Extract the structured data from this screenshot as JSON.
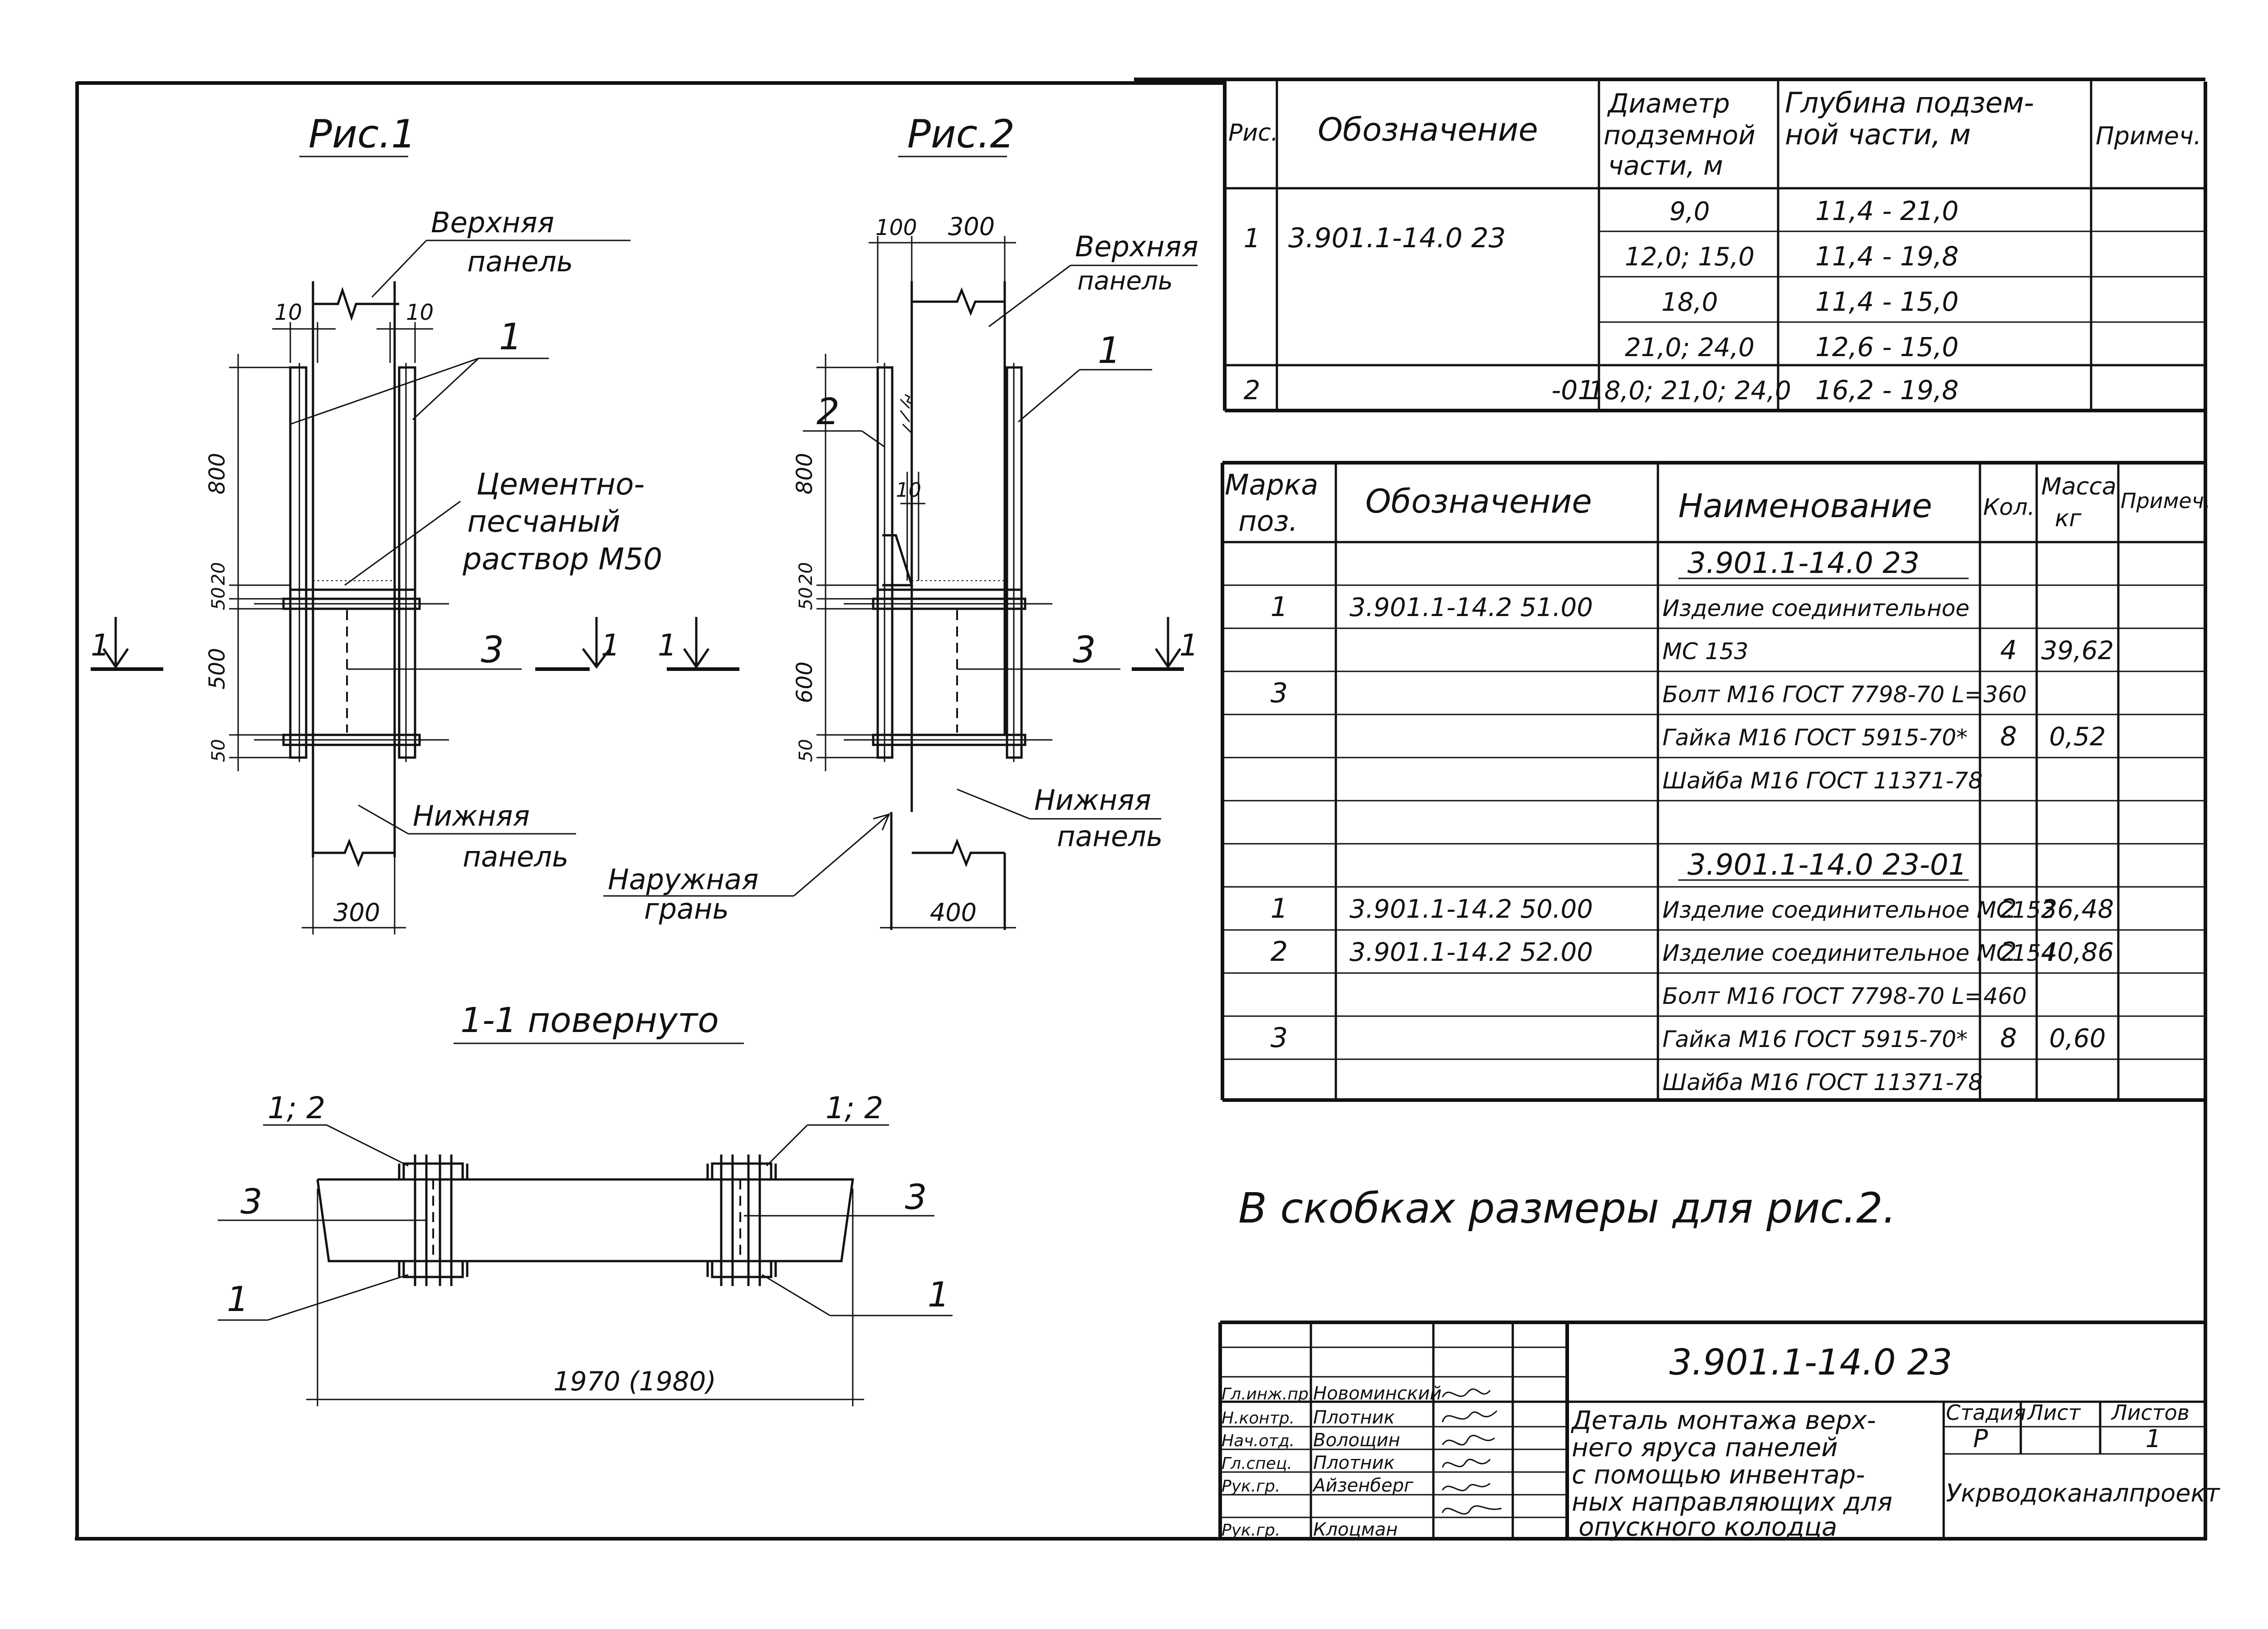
{
  "fig1": {
    "title": "Рис.1",
    "upper_panel": [
      "Верхняя",
      "панель"
    ],
    "lower_panel": [
      "Нижняя",
      "панель"
    ],
    "mortar": [
      "Цементно-",
      "песчаный",
      "раствор М50"
    ],
    "callout_1": "1",
    "callout_3": "3",
    "section_mark": "1",
    "dim_10_left": "10",
    "dim_10_right": "10",
    "dim_800": "800",
    "dim_20": "20",
    "dim_50_top": "50",
    "dim_500": "500",
    "dim_50_bottom": "50",
    "dim_300": "300"
  },
  "fig2": {
    "title": "Рис.2",
    "upper_panel": [
      "Верхняя",
      "панель"
    ],
    "lower_panel": [
      "Нижняя",
      "панель"
    ],
    "outer_face": [
      "Наружная",
      "грань"
    ],
    "callout_1": "1",
    "callout_2": "2",
    "callout_3": "3",
    "section_mark": "1",
    "dim_100": "100",
    "dim_300": "300",
    "dim_10": "10",
    "dim_800": "800",
    "dim_20": "20",
    "dim_50_top": "50",
    "dim_600": "600",
    "dim_50_bottom": "50",
    "dim_400": "400"
  },
  "section": {
    "title": "1-1 повернуто",
    "label_left": "1; 2",
    "label_right": "1; 2",
    "label_3_left": "3",
    "label_3_right": "3",
    "label_1_left": "1",
    "label_1_right": "1",
    "length": "1970 (1980)"
  },
  "table1": {
    "headers": [
      "Рис.",
      "Обозначение",
      "Диаметр подземной части, м",
      "Глубина подзем-ной части, м",
      "Примеч."
    ],
    "header_lines": {
      "diameter": [
        "Диаметр",
        "подземной",
        "части, м"
      ],
      "depth": [
        "Глубина подзем-",
        "ной части, м"
      ]
    },
    "rows": [
      {
        "fig": "1",
        "designation": "3.901.1-14.0 23",
        "diameter": "9,0",
        "depth": "11,4 - 21,0"
      },
      {
        "fig": "",
        "designation": "",
        "diameter": "12,0; 15,0",
        "depth": "11,4 - 19,8"
      },
      {
        "fig": "",
        "designation": "",
        "diameter": "18,0",
        "depth": "11,4 - 15,0"
      },
      {
        "fig": "",
        "designation": "",
        "diameter": "21,0; 24,0",
        "depth": "12,6 - 15,0"
      },
      {
        "fig": "2",
        "designation": "-01",
        "diameter": "18,0; 21,0; 24,0",
        "depth": "16,2 - 19,8"
      }
    ]
  },
  "table2": {
    "headers": {
      "mark": [
        "Марка",
        "поз."
      ],
      "designation": "Обозначение",
      "name": "Наименование",
      "qty": "Кол.",
      "mass": [
        "Масса",
        "кг"
      ],
      "note": "Примеч."
    },
    "rows": [
      {
        "mark": "",
        "designation": "",
        "name": "3.901.1-14.0 23",
        "qty": "",
        "mass": "",
        "underline": true
      },
      {
        "mark": "1",
        "designation": "3.901.1-14.2      51.00",
        "name": "Изделие соединительное",
        "qty": "",
        "mass": ""
      },
      {
        "mark": "",
        "designation": "",
        "name": "МС 153",
        "qty": "4",
        "mass": "39,62"
      },
      {
        "mark": "3",
        "designation": "",
        "name": "Болт М16 ГОСТ 7798-70 L=360",
        "qty": "",
        "mass": ""
      },
      {
        "mark": "",
        "designation": "",
        "name": "Гайка М16 ГОСТ 5915-70*",
        "qty": "8",
        "mass": "0,52"
      },
      {
        "mark": "",
        "designation": "",
        "name": "Шайба М16 ГОСТ 11371-78",
        "qty": "",
        "mass": ""
      },
      {
        "mark": "",
        "designation": "",
        "name": "",
        "qty": "",
        "mass": ""
      },
      {
        "mark": "",
        "designation": "",
        "name": "3.901.1-14.0 23-01",
        "qty": "",
        "mass": "",
        "underline": true
      },
      {
        "mark": "1",
        "designation": "3.901.1-14.2      50.00",
        "name": "Изделие соединительное МС152",
        "qty": "2",
        "mass": "36,48"
      },
      {
        "mark": "2",
        "designation": "3.901.1-14.2      52.00",
        "name": "Изделие соединительное МС154",
        "qty": "2",
        "mass": "40,86"
      },
      {
        "mark": "",
        "designation": "",
        "name": "Болт М16 ГОСТ 7798-70 L=460",
        "qty": "",
        "mass": ""
      },
      {
        "mark": "3",
        "designation": "",
        "name": "Гайка М16 ГОСТ 5915-70*",
        "qty": "8",
        "mass": "0,60"
      },
      {
        "mark": "",
        "designation": "",
        "name": "Шайба М16 ГОСТ 11371-78",
        "qty": "",
        "mass": ""
      }
    ]
  },
  "note": "В скобках размеры для рис.2.",
  "stamp": {
    "code": "3.901.1-14.0 23",
    "title_lines": [
      "Деталь монтажа верх-",
      "него яруса панелей",
      "с помощью инвентар-",
      "ных направляющих для",
      "опускного колодца"
    ],
    "stage_label": "Стадия",
    "sheet_label": "Лист",
    "sheets_label": "Листов",
    "stage": "Р",
    "sheet": "",
    "sheets": "1",
    "org": "Укрводоканалпроект",
    "signers": [
      {
        "role": "Гл.инж.пр.",
        "name": "Новоминский"
      },
      {
        "role": "Н.контр.",
        "name": "Плотник"
      },
      {
        "role": "Нач.отд.",
        "name": "Волощин"
      },
      {
        "role": "Гл.спец.",
        "name": "Плотник"
      },
      {
        "role": "Рук.гр.",
        "name": "Айзенберг"
      },
      {
        "role": "Рук.гр.",
        "name": "Клоцман"
      }
    ]
  }
}
